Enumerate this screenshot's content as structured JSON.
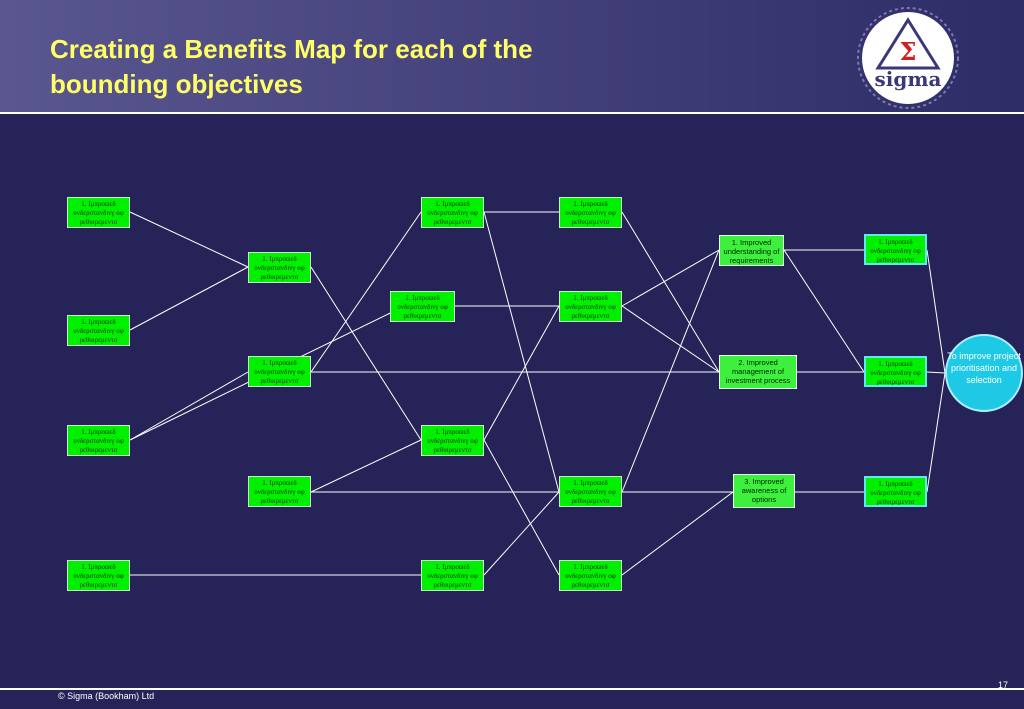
{
  "title_line1": "Creating a Benefits Map for each of the",
  "title_line2": "bounding objectives",
  "logo": {
    "symbol": "Σ",
    "text": "sigma",
    "icon": "sigma-triangle-logo-icon"
  },
  "placeholder_label": "1. Ιμπροϖεδ υνδερστανδινγ οφ ρεθυιρεμεντσ",
  "benefits": {
    "b1": "1. Improved understanding of requirements",
    "b2": "2. Improved management of investment process",
    "b3": "3. Improved awareness of options"
  },
  "objective": "To improve project prioritisation and selection",
  "footer": "© Sigma (Bookham) Ltd",
  "page_number": "17",
  "colors": {
    "background": "#252357",
    "title": "#ffff66",
    "node": "#00f000",
    "goal": "#1ec9e6",
    "lines": "#ffffff"
  }
}
